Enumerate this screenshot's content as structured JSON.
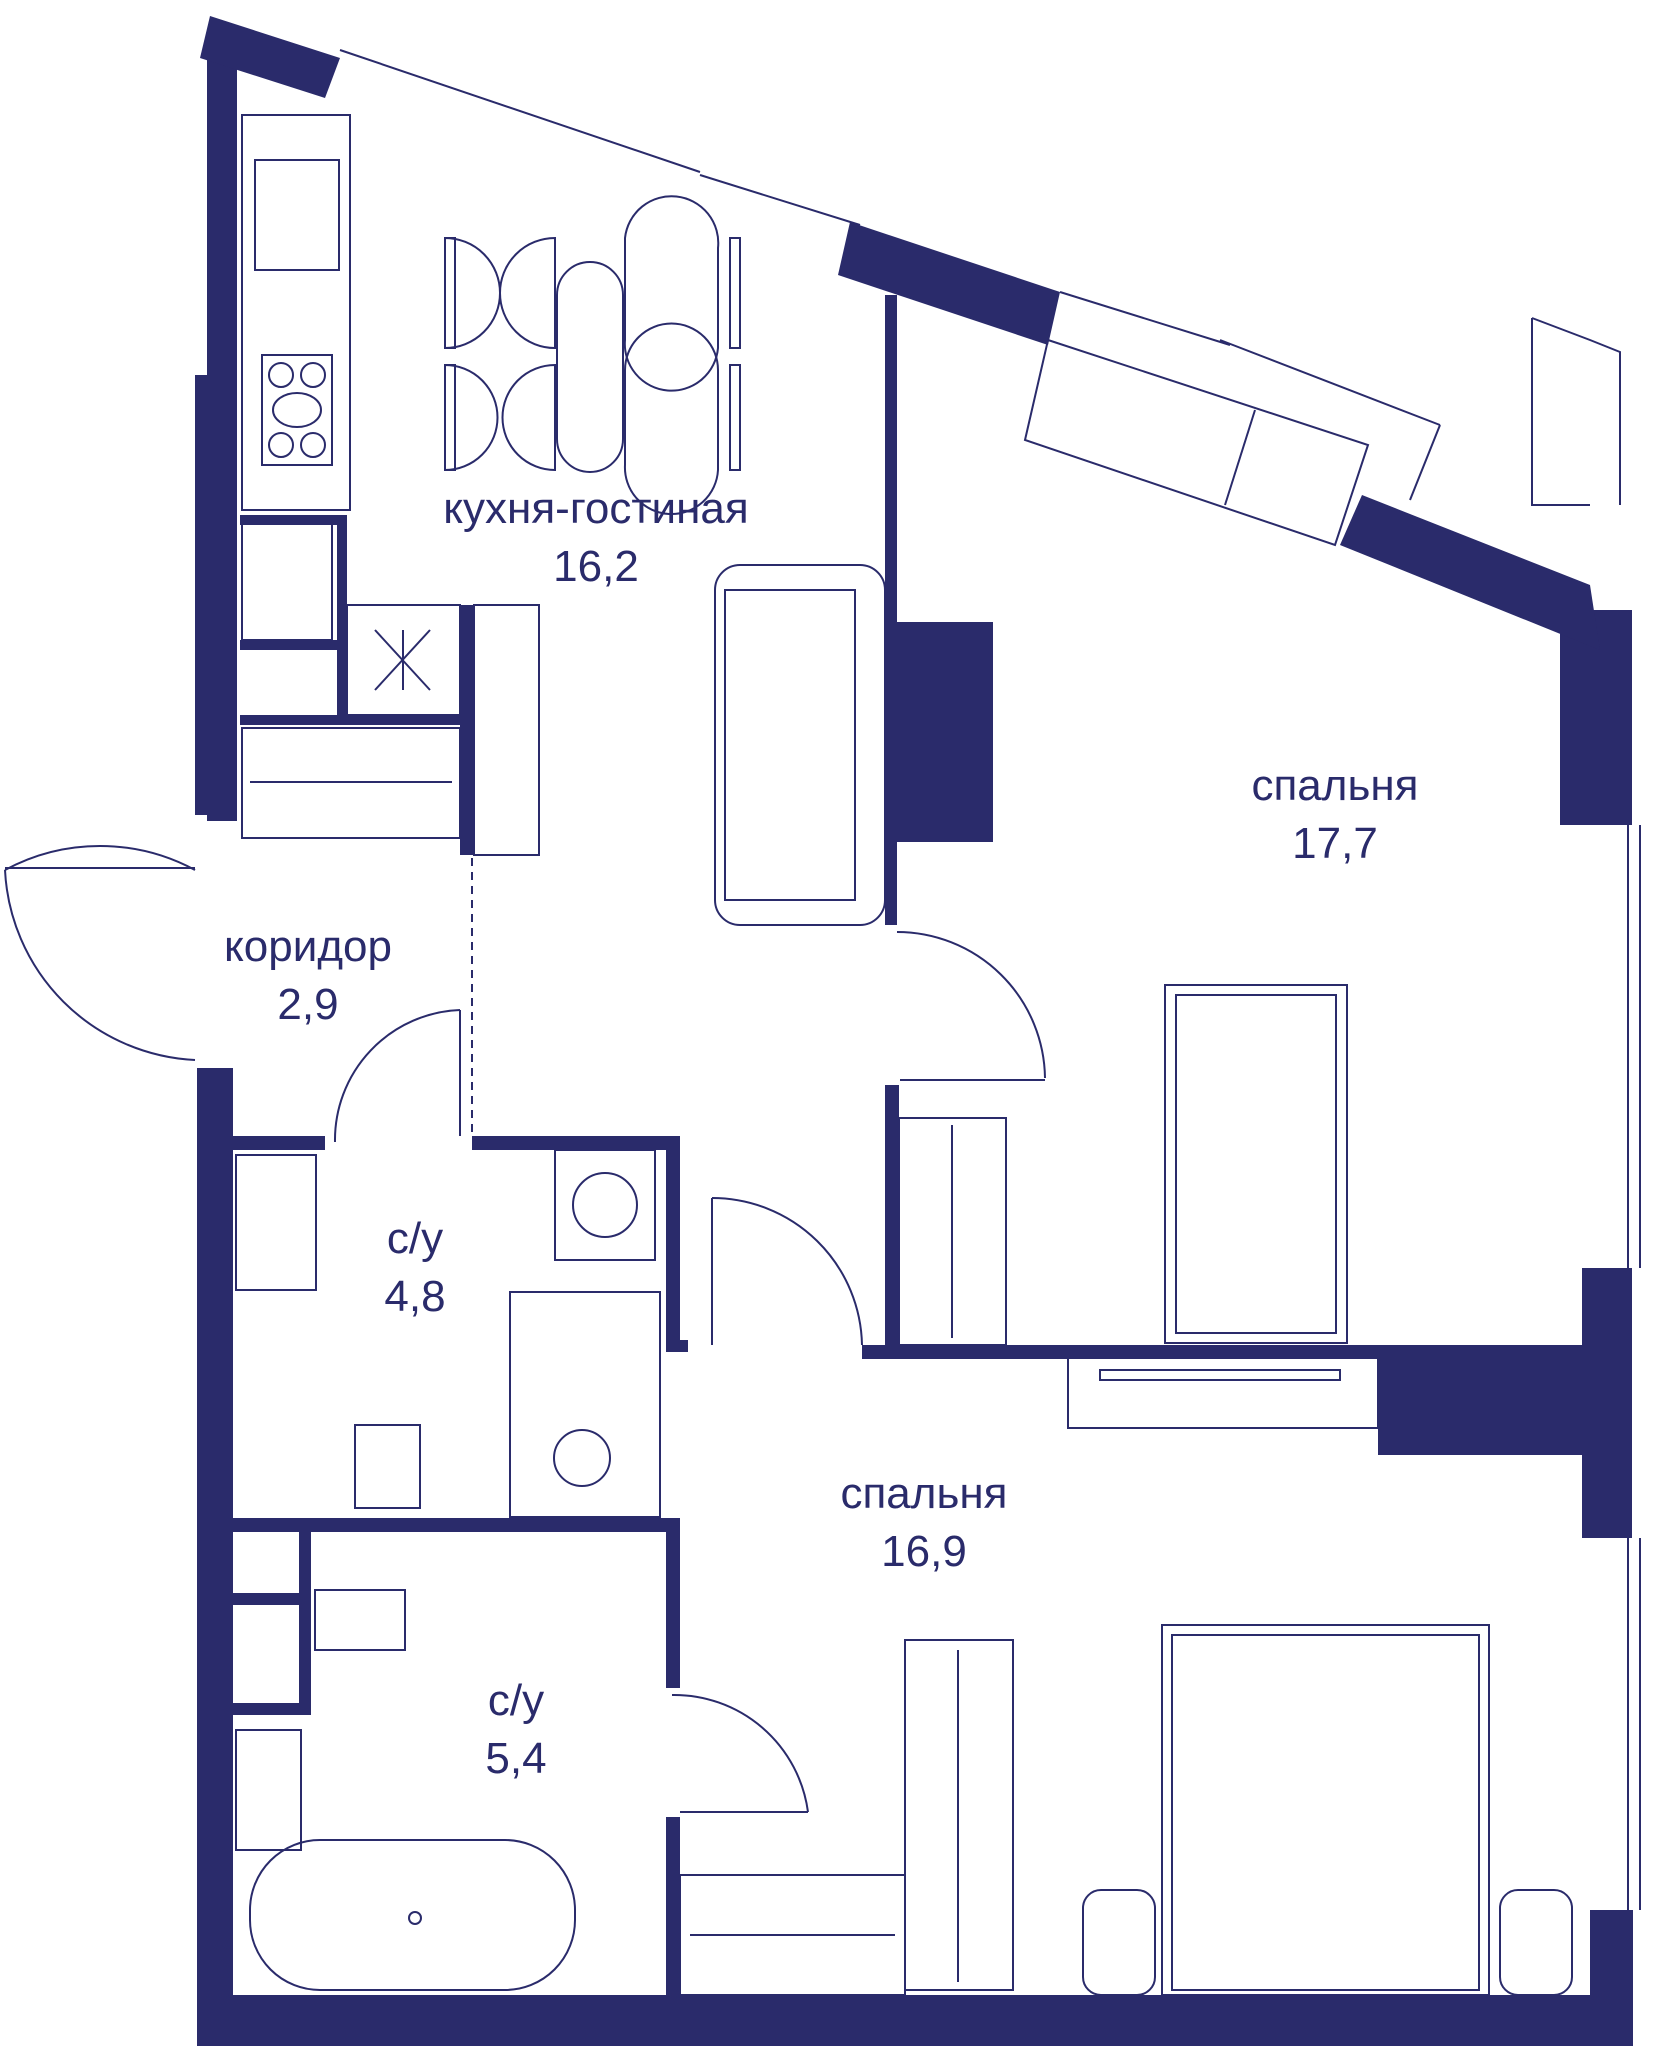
{
  "colors": {
    "wall": "#2a2b6b",
    "line": "#2a2b6b",
    "background": "#ffffff"
  },
  "rooms": {
    "kitchen_living": {
      "name": "кухня-гостиная",
      "area": "16,2"
    },
    "bedroom_north": {
      "name": "спальня",
      "area": "17,7"
    },
    "corridor": {
      "name": "коридор",
      "area": "2,9"
    },
    "bathroom_1": {
      "name": "с/у",
      "area": "4,8"
    },
    "bedroom_south": {
      "name": "спальня",
      "area": "16,9"
    },
    "bathroom_2": {
      "name": "с/у",
      "area": "5,4"
    }
  }
}
